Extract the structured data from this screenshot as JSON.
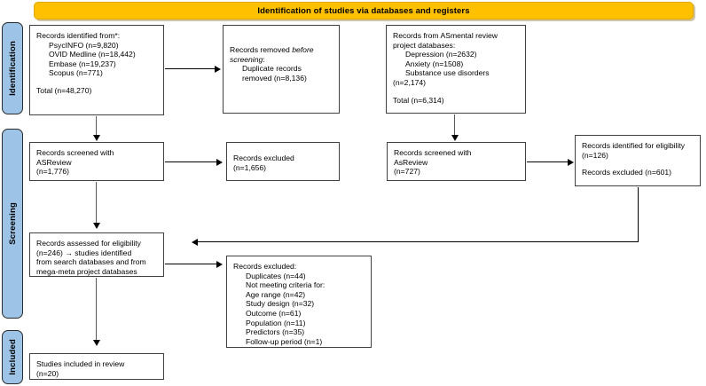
{
  "banner": {
    "title": "Identification of studies via databases and registers",
    "color": "#ffc000"
  },
  "stages": {
    "identification": "Identification",
    "screening": "Screening",
    "included": "Included",
    "color": "#9dc3e6"
  },
  "boxes": {
    "records_identified": {
      "heading": "Records identified from*:",
      "items": [
        "PsycINFO (n=9,820)",
        "OVID Medline (n=18,442)",
        "Embase (n=19,237)",
        "Scopus (n=771)"
      ],
      "total": "Total (n=48,270)"
    },
    "records_removed": {
      "line1": "Records removed ",
      "line1_italic": "before",
      "line2_italic": "screening",
      "line2_rest": ":",
      "items": [
        "Duplicate records",
        "removed (n=8,136)"
      ]
    },
    "asmental": {
      "heading1": "Records from ASmental review",
      "heading2": "project databases:",
      "items": [
        "Depression (n=2632)",
        "Anxiety (n=1508)",
        "Substance use disorders",
        "(n=2,174)"
      ],
      "total": "Total (n=6,314)"
    },
    "screened_asreview_1": {
      "line1": "Records screened with",
      "line2": "ASReview",
      "line3": "(n=1,776)"
    },
    "records_excluded_1": {
      "line1": "Records excluded",
      "line2": "(n=1,656)"
    },
    "screened_asreview_2": {
      "line1": "Records screened with",
      "line2": "AsReview",
      "line3": "(n=727)"
    },
    "eligibility": {
      "line1": "Records identified for eligibility",
      "line2": "(n=126)",
      "line3": "Records excluded (n=601)"
    },
    "assessed": {
      "line1": "Records assessed for eligibility",
      "line2": "(n=246) → studies identified",
      "line3": "from search databases and from",
      "line4": "mega-meta project databases"
    },
    "records_excluded_2": {
      "heading": "Records excluded:",
      "items": [
        "Duplicates (n=44)",
        "Not meeting criteria for:",
        "Age range (n=42)",
        "Study design (n=32)",
        "Outcome (n=61)",
        "Population (n=11)",
        "Predictors (n=35)",
        "Follow-up period (n=1)"
      ]
    },
    "included": {
      "line1": "Studies included in review",
      "line2": "(n=20)"
    }
  }
}
